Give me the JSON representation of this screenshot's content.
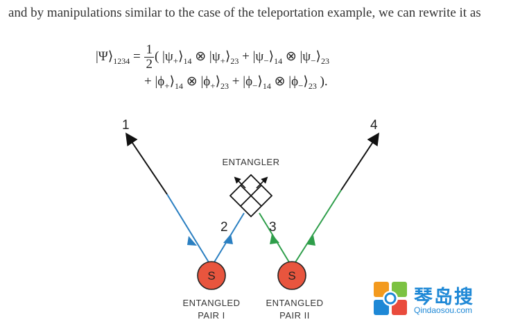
{
  "text": {
    "intro": "and by manipulations similar to the case of the teleportation example, we can rewrite it as"
  },
  "equation": {
    "lhs": "|Ψ⟩",
    "lhs_sub": "1234",
    "equals": " = ",
    "frac_num": "1",
    "frac_den": "2",
    "line1_terms": [
      {
        "pre": "( |ψ",
        "sign": "+",
        "sub": "14"
      },
      {
        "pre": " ⊗ |ψ",
        "sign": "+",
        "sub": "23"
      },
      {
        "pre": " + |ψ",
        "sign": "−",
        "sub": "14"
      },
      {
        "pre": " ⊗ |ψ",
        "sign": "−",
        "sub": "23"
      }
    ],
    "line2_terms": [
      {
        "pre": "+ |ϕ",
        "sign": "+",
        "sub": "14"
      },
      {
        "pre": " ⊗ |ϕ",
        "sign": "+",
        "sub": "23"
      },
      {
        "pre": " + |ϕ",
        "sign": "−",
        "sub": "14"
      },
      {
        "pre": " ⊗ |ϕ",
        "sign": "−",
        "sub": "23"
      }
    ],
    "line2_end": " )."
  },
  "diagram": {
    "entangler_label": "ENTANGLER",
    "photon_labels": [
      "1",
      "2",
      "3",
      "4"
    ],
    "source_symbol": "S",
    "pair1_label": [
      "ENTANGLED",
      "PAIR I"
    ],
    "pair2_label": [
      "ENTANGLED",
      "PAIR II"
    ],
    "colors": {
      "pair1": "#2a7fc1",
      "pair2": "#2e9e4a",
      "source": "#e8553e",
      "ink": "#111111"
    }
  },
  "watermark": {
    "brand": "琴岛搜",
    "url": "Qindaosou.com",
    "icon": "qindaosou-logo-icon"
  }
}
